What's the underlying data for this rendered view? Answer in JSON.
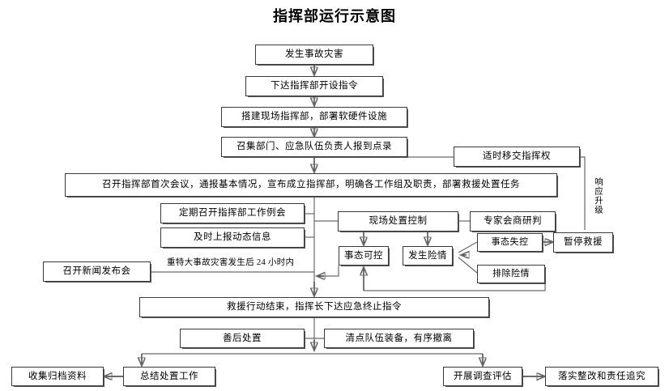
{
  "title": "指挥部运行示意图",
  "nodes": {
    "incident": "发生事故灾害",
    "order": "下达指挥部开设指令",
    "setup": "搭建现场指挥部，部署软硬件设施",
    "muster": "召集部门、应急队伍负责人报到点录",
    "first_meeting": "召开指挥部首次会议，通报基本情况，宣布成立指挥部，明确各工作组及职责，部署救援处置任务",
    "handover": "适时移交指挥权",
    "routine_meeting": "定期召开指挥部工作例会",
    "report_info": "及时上报动态信息",
    "scene_control": "现场处置控制",
    "expert_panel": "专家会商研判",
    "press_conference": "召开新闻发布会",
    "controllable": "事态可控",
    "danger_occurs": "发生险情",
    "out_of_control": "事态失控",
    "hazard_cleared": "排除险情",
    "suspend_rescue": "暂停救援",
    "rescue_end": "救援行动结束，指挥长下达应急终止指令",
    "aftermath": "善后处置",
    "withdraw": "清点队伍装备，有序撤离",
    "summarize": "总结处置工作",
    "archive": "收集归档资料",
    "investigate": "开展调查评估",
    "accountability": "落实整改和责任追究"
  },
  "edge_labels": {
    "within_24h": "重特大事故灾害发生后 24 小时内",
    "escalation": "响应升级"
  },
  "colors": {
    "box_border": "#3a3a3a",
    "wire": "#6a6a6a",
    "background": "#ffffff",
    "text": "#000000"
  }
}
